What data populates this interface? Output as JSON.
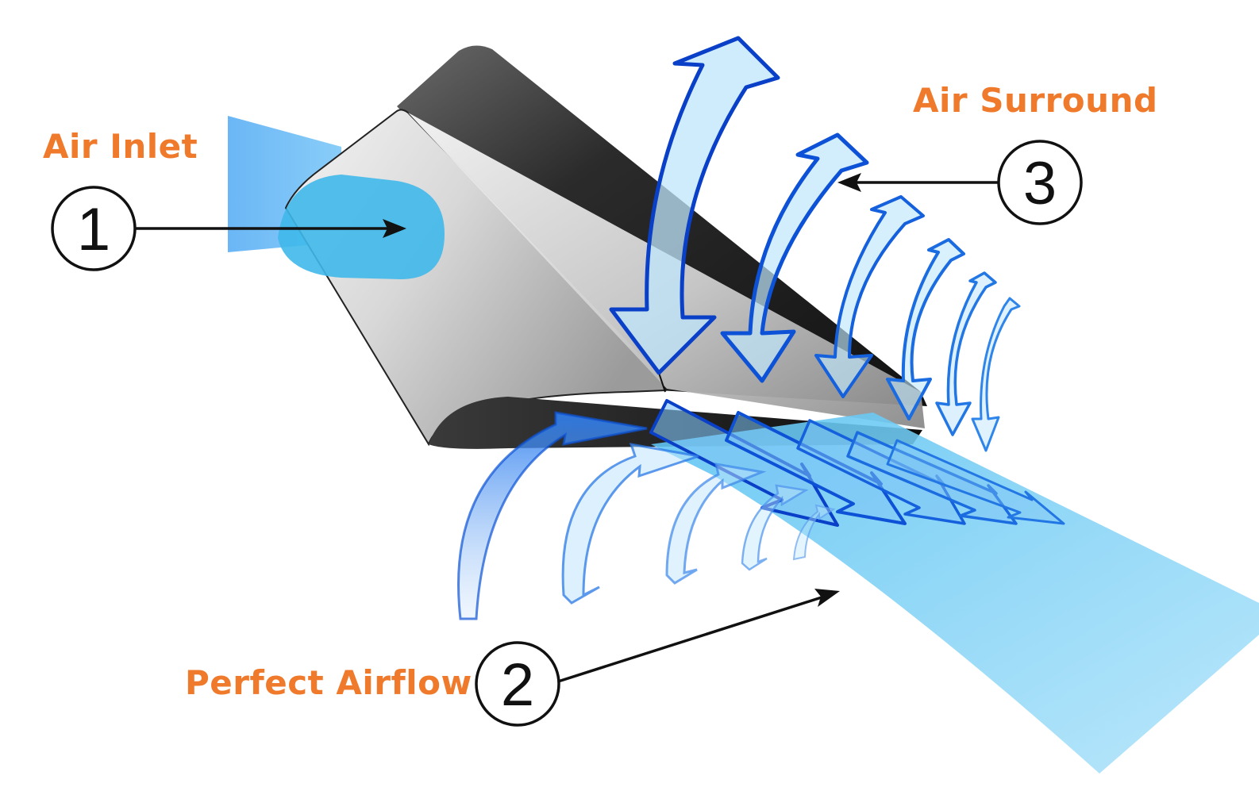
{
  "colors": {
    "label": "#f07a2c",
    "arrow_dark": "#0a3fc8",
    "arrow_mid": "#2f8ff0",
    "arrow_fill": "#bfe6fb",
    "beam": "#8fd6f7",
    "inlet": "#3aa8f0",
    "marker": "#111111"
  },
  "labels": {
    "air_inlet": "Air Inlet",
    "air_surround": "Air Surround",
    "perfect_airflow": "Perfect Airflow"
  },
  "markers": [
    {
      "number": "1",
      "icon": "circled-number-icon"
    },
    {
      "number": "2",
      "icon": "circled-number-icon"
    },
    {
      "number": "3",
      "icon": "circled-number-icon"
    }
  ]
}
